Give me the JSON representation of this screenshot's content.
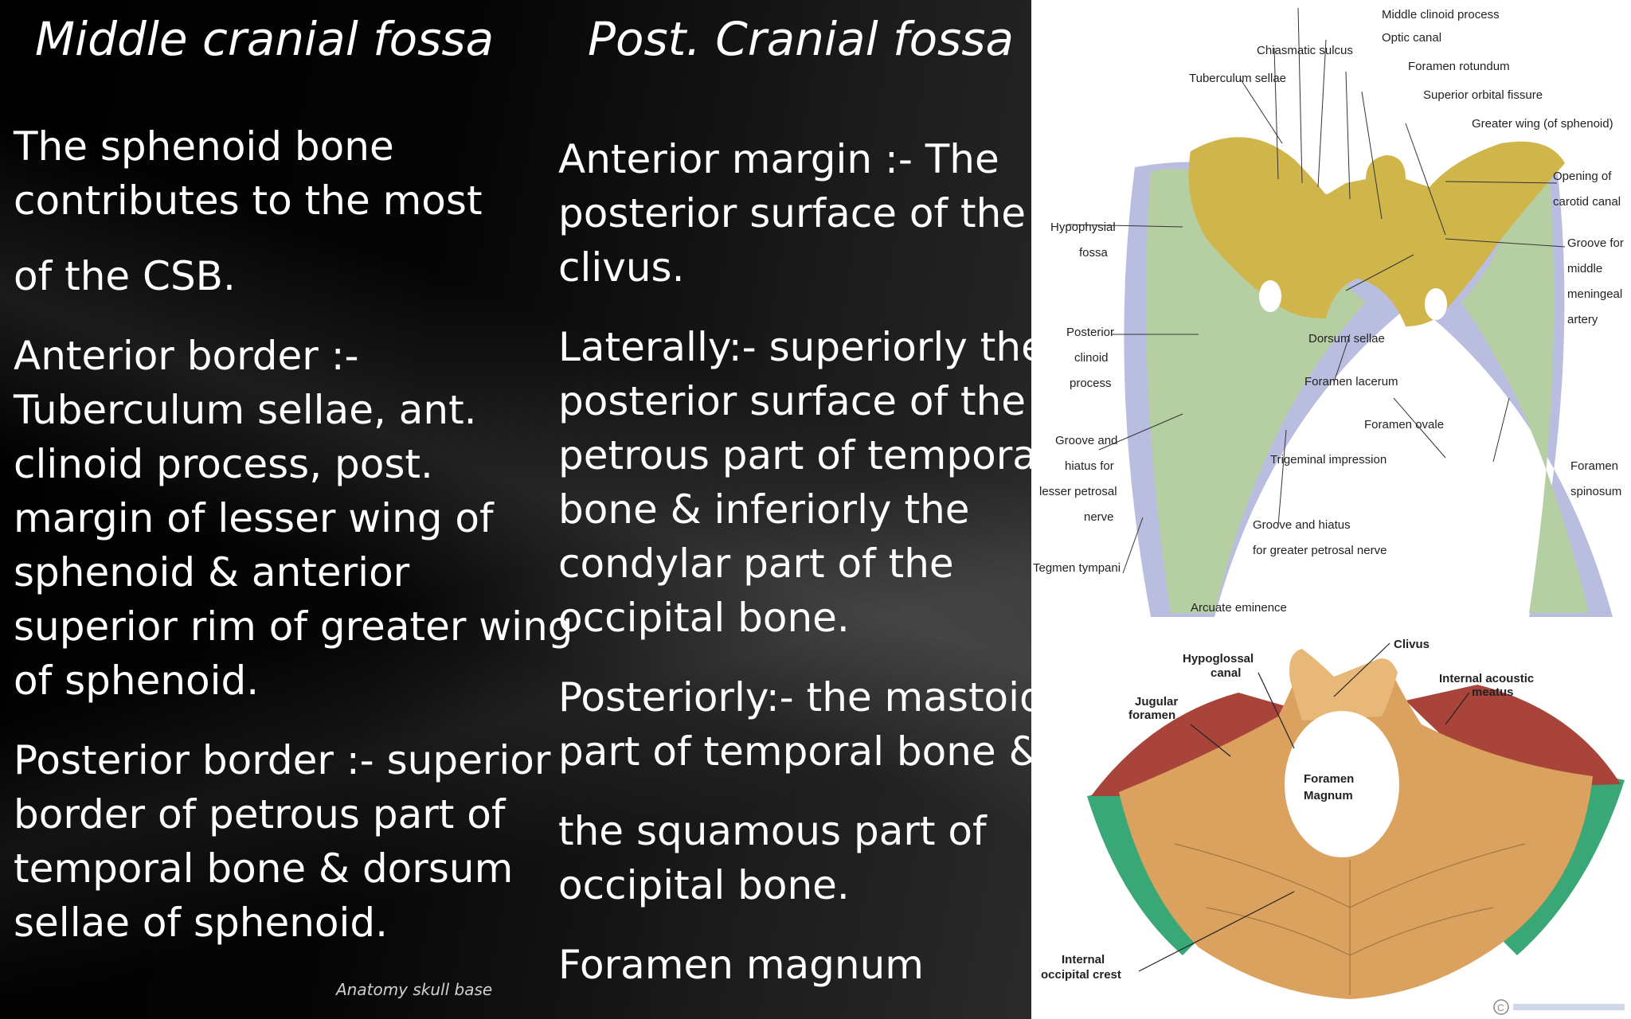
{
  "headings": {
    "left": "Middle cranial fossa",
    "right": "Post. Cranial fossa"
  },
  "left_column": [
    "The sphenoid bone",
    "contributes to the most",
    "of the CSB.",
    "Anterior border :-",
    "Tuberculum sellae, ant.",
    "clinoid process, post.",
    "margin of lesser wing of",
    "sphenoid & anterior",
    "superior rim of greater wing",
    "of sphenoid.",
    "Posterior border :- superior",
    "border of petrous part of",
    "temporal bone & dorsum",
    "sellae of sphenoid."
  ],
  "right_column": [
    "Anterior margin :- The",
    "posterior surface of the",
    "clivus.",
    "Laterally:- superiorly the",
    "posterior surface of the",
    "petrous part of temporal",
    "bone & inferiorly the",
    "condylar part of the",
    "occipital bone.",
    "Posteriorly:- the mastoid",
    "part of temporal bone &",
    "the squamous part of",
    "occipital bone.",
    "Foramen magnum"
  ],
  "footer": "Anatomy skull base",
  "figure_top_labels": {
    "middle_clinoid": "Middle clinoid process",
    "chiasmatic_sulcus": "Chiasmatic sulcus",
    "optic_canal": "Optic canal",
    "tuberculum_sellae": "Tuberculum sellae",
    "foramen_rotundum": "Foramen rotundum",
    "superior_orbital_fissure": "Superior orbital fissure",
    "greater_wing": "Greater wing (of sphenoid)",
    "opening_carotid_1": "Opening of",
    "opening_carotid_2": "carotid canal",
    "hypophysial_1": "Hypophysial",
    "hypophysial_2": "fossa",
    "groove_mma_1": "Groove for",
    "groove_mma_2": "middle",
    "groove_mma_3": "meningeal",
    "groove_mma_4": "artery",
    "posterior_clinoid_1": "Posterior",
    "posterior_clinoid_2": "clinoid",
    "posterior_clinoid_3": "process",
    "dorsum_sellae": "Dorsum sellae",
    "foramen_lacerum": "Foramen lacerum",
    "foramen_ovale": "Foramen ovale",
    "groove_lpn_1": "Groove and",
    "groove_lpn_2": "hiatus for",
    "groove_lpn_3": "lesser petrosal",
    "groove_lpn_4": "nerve",
    "trigeminal": "Trigeminal impression",
    "foramen_spinosum_1": "Foramen",
    "foramen_spinosum_2": "spinosum",
    "groove_gpn_1": "Groove and hiatus",
    "groove_gpn_2": "for greater petrosal nerve",
    "tegmen": "Tegmen tympani",
    "arcuate": "Arcuate eminence"
  },
  "figure_bottom_labels": {
    "clivus": "Clivus",
    "hypoglossal_1": "Hypoglossal",
    "hypoglossal_2": "canal",
    "internal_acoustic_1": "Internal acoustic",
    "internal_acoustic_2": "meatus",
    "jugular_1": "Jugular",
    "jugular_2": "foramen",
    "foramen_magnum_1": "Foramen",
    "foramen_magnum_2": "Magnum",
    "internal_crest_1": "Internal",
    "internal_crest_2": "occipital crest"
  }
}
